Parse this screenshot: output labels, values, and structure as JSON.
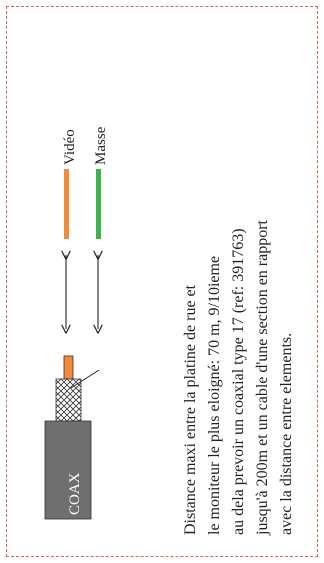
{
  "legend": {
    "video": {
      "label": "Vidéo",
      "color": "#f28a3a"
    },
    "masse": {
      "label": "Masse",
      "color": "#3db54a"
    }
  },
  "cable": {
    "label": "COAX",
    "jacket_color": "#6f6f6f",
    "core_color": "#f28a3a"
  },
  "description": {
    "lines": [
      "Distance maxi entre la platine de rue et",
      "le moniteur le plus eloigné: 70 m, 9/10ieme",
      "au dela prevoir un coaxial type 17 (ref: 391763)",
      "jusqu'à 200m et un cable d'une section en rapport",
      "avec la distance entre elements."
    ]
  },
  "frame": {
    "border_color": "#e35d5d"
  }
}
